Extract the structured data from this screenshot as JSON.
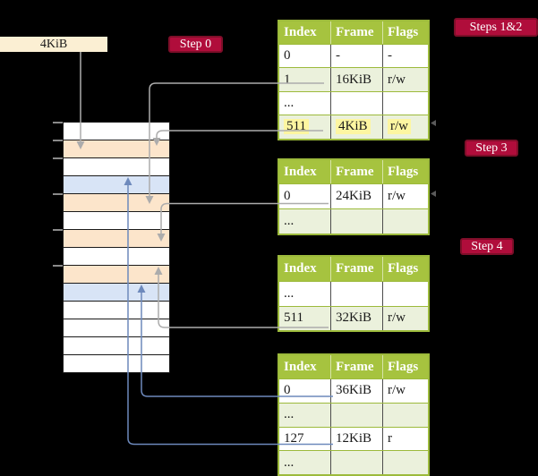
{
  "frame_size_box": {
    "label": "4KiB"
  },
  "badges": {
    "step0": "Step 0",
    "steps12": "Steps 1&2",
    "step3": "Step 3",
    "step4": "Step 4"
  },
  "page_tables": {
    "columns": [
      "Index",
      "Frame",
      "Flags"
    ],
    "tables": [
      {
        "name": "page-table-steps-1-2",
        "rows": [
          {
            "index": "0",
            "frame": "-",
            "flags": "-",
            "shaded": false,
            "highlighted": false
          },
          {
            "index": "1",
            "frame": "16KiB",
            "flags": "r/w",
            "shaded": true,
            "highlighted": false
          },
          {
            "index": "...",
            "frame": "",
            "flags": "",
            "shaded": false,
            "highlighted": false
          },
          {
            "index": "511",
            "frame": "4KiB",
            "flags": "r/w",
            "shaded": true,
            "highlighted": true
          }
        ]
      },
      {
        "name": "page-table-step-3",
        "rows": [
          {
            "index": "0",
            "frame": "24KiB",
            "flags": "r/w",
            "shaded": false,
            "highlighted": false
          },
          {
            "index": "...",
            "frame": "",
            "flags": "",
            "shaded": true,
            "highlighted": false
          }
        ]
      },
      {
        "name": "page-table-step-4-upper",
        "rows": [
          {
            "index": "...",
            "frame": "",
            "flags": "",
            "shaded": false,
            "highlighted": false
          },
          {
            "index": "511",
            "frame": "32KiB",
            "flags": "r/w",
            "shaded": true,
            "highlighted": false
          }
        ]
      },
      {
        "name": "page-table-step-4-lower",
        "rows": [
          {
            "index": "0",
            "frame": "36KiB",
            "flags": "r/w",
            "shaded": false,
            "highlighted": false
          },
          {
            "index": "...",
            "frame": "",
            "flags": "",
            "shaded": true,
            "highlighted": false
          },
          {
            "index": "127",
            "frame": "12KiB",
            "flags": "r",
            "shaded": false,
            "highlighted": false
          },
          {
            "index": "...",
            "frame": "",
            "flags": "",
            "shaded": true,
            "highlighted": false
          }
        ]
      }
    ]
  },
  "memory_column": {
    "rows": [
      "white",
      "orange",
      "white",
      "blue",
      "orange",
      "white",
      "orange",
      "white",
      "orange",
      "blue",
      "white",
      "white",
      "white",
      "white"
    ]
  },
  "colors": {
    "badge_red": "#B00D3B",
    "table_header_green": "#A6C33F",
    "table_border_green": "#9CBA3B",
    "row_shade_green": "#EBF1DC",
    "highlight_yellow": "#FDF6A1",
    "frame_orange": "#FCE5CB",
    "frame_blue": "#D8E4F6",
    "box_cream": "#FBEFD3",
    "arrow_gray": "#ACACAC",
    "arrow_blue": "#6D89BC"
  }
}
